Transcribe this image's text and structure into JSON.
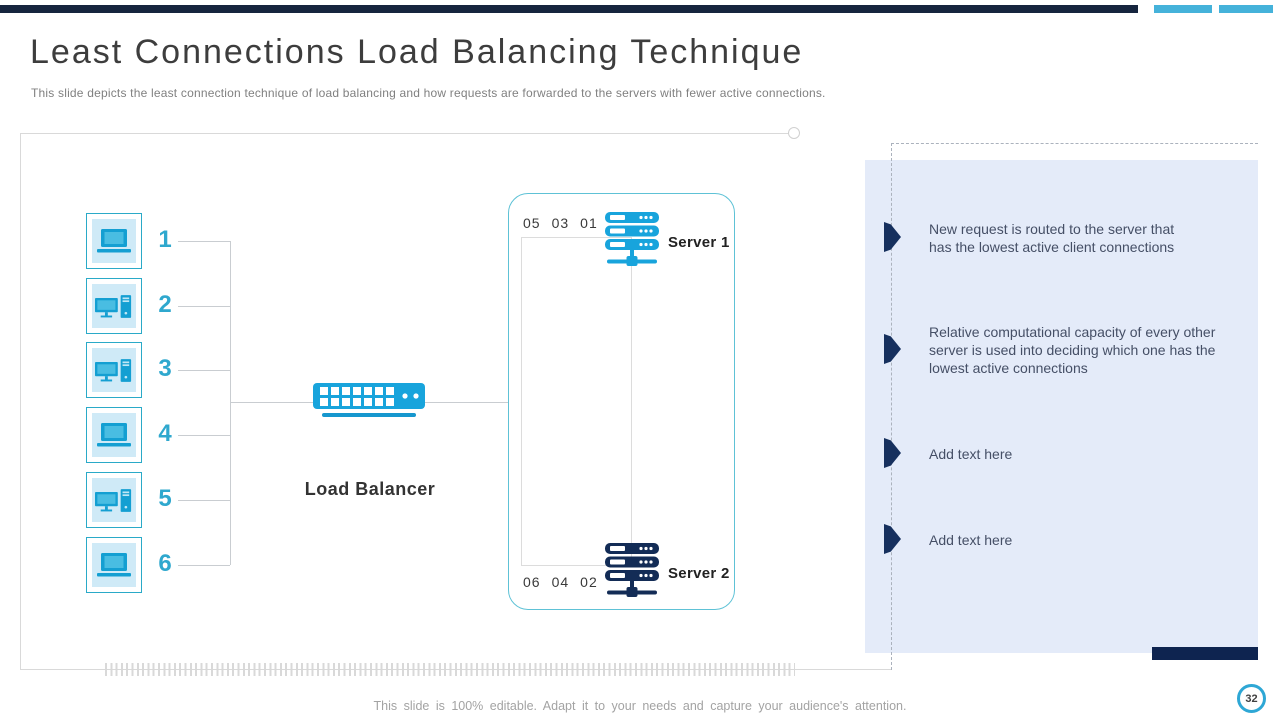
{
  "slide": {
    "title": "Least Connections Load Balancing Technique",
    "subtitle": "This slide depicts the least connection technique of load balancing and how requests are forwarded to the servers with fewer active  connections.",
    "footer": "This slide is 100% editable. Adapt it to your needs and capture your audience's attention.",
    "page_number": "32"
  },
  "colors": {
    "accent_navy": "#16253e",
    "accent_blue": "#45b2da",
    "icon_blue": "#18a4dc",
    "server_navy": "#132c56",
    "panel_bg": "#e4ebf9",
    "client_teal": "#2aaac8",
    "number_teal": "#2fa8ce"
  },
  "diagram": {
    "clients": [
      {
        "id": "1",
        "icon": "laptop-icon"
      },
      {
        "id": "2",
        "icon": "desktop-icon"
      },
      {
        "id": "3",
        "icon": "desktop-icon"
      },
      {
        "id": "4",
        "icon": "laptop-icon"
      },
      {
        "id": "5",
        "icon": "desktop-icon"
      },
      {
        "id": "6",
        "icon": "laptop-icon"
      }
    ],
    "load_balancer_label": "Load Balancer",
    "server1": {
      "label": "Server 1",
      "queue": [
        "05",
        "03",
        "01"
      ]
    },
    "server2": {
      "label": "Server 2",
      "queue": [
        "06",
        "04",
        "02"
      ]
    }
  },
  "panel": {
    "bullets": [
      {
        "text": "New request is routed to the server that\nhas the lowest active client connections"
      },
      {
        "text": "Relative computational capacity of every other\nserver is used into deciding which one has the\nlowest active connections"
      },
      {
        "text": "Add text here"
      },
      {
        "text": "Add text here"
      }
    ]
  }
}
